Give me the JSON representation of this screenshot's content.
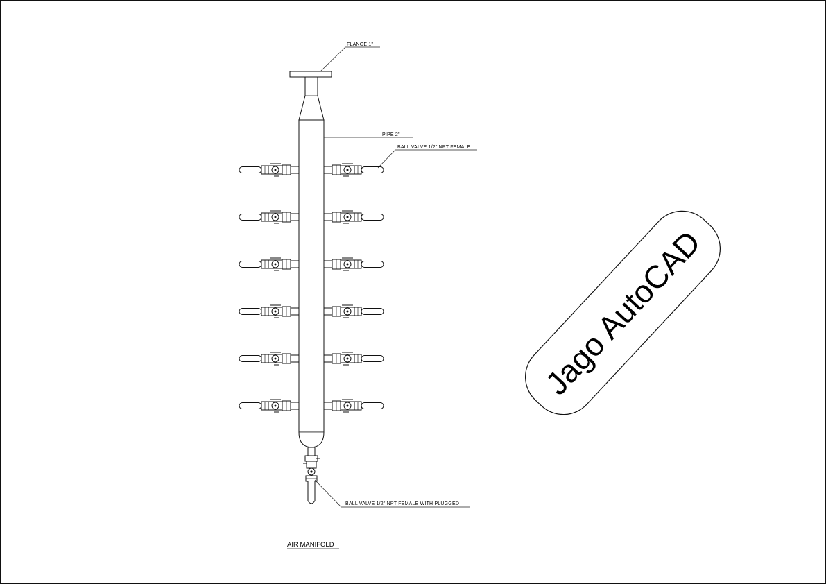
{
  "drawing": {
    "title": "AIR MANIFOLD",
    "labels": {
      "flange": "FLANGE 1\"",
      "pipe": "PIPE 2\"",
      "ball_valve": "BALL VALVE 1/2\" NPT FEMALE",
      "ball_valve_plugged": "BALL VALVE 1/2\" NPT FEMALE WITH PLUGGED"
    },
    "valve_rows": 6,
    "valves_per_row": 2
  },
  "watermark": {
    "text": "Jago AutoCAD"
  }
}
